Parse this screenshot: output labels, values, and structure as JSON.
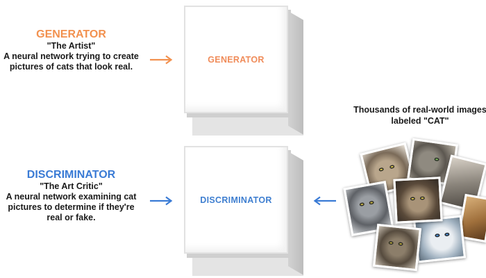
{
  "generator": {
    "title": "GENERATOR",
    "subtitle": "\"The Artist\"",
    "description": "A neural network trying to create pictures of cats that look real.",
    "box_label": "GENERATOR",
    "color": "#f2914f"
  },
  "discriminator": {
    "title": "DISCRIMINATOR",
    "subtitle": "\"The Art Critic\"",
    "description": "A neural network examining cat pictures to determine if they're real or fake.",
    "box_label": "DISCRIMINATOR",
    "color": "#3a7bd5"
  },
  "dataset": {
    "caption": "Thousands of real-world images labeled \"CAT\""
  }
}
